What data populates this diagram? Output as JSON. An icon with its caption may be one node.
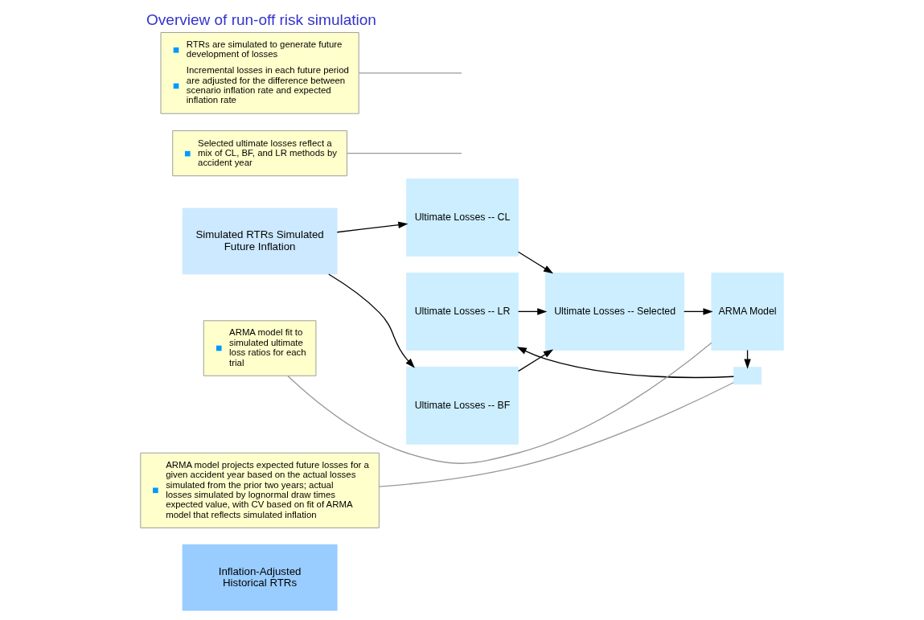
{
  "diagram": {
    "title": "Overview of run-off risk simulation",
    "nodes": [
      {
        "text": [
          "Inflation-Adjusted Historical RTRs"
        ]
      },
      {
        "text": [
          "Simulated RTRs Simulated Future Inflation"
        ]
      },
      {
        "text": [
          "Ultimate Losses -- CL"
        ]
      },
      {
        "text": [
          "Ultimate Losses -- LR"
        ]
      },
      {
        "text": [
          "Ultimate Losses -- BF"
        ]
      },
      {
        "text": [
          "Ultimate Losses -- Selected"
        ]
      },
      {
        "text": [
          "ARMA Model"
        ]
      },
      {
        "text": [],
        "shape": "box"
      },
      {
        "text": [
          "Selected ultimate losses reflect a mix of CL, BF, and LR methods by accident year"
        ]
      },
      {
        "text": [
          "ARMA model fit to simulated ultimate loss ratios for each trial"
        ]
      },
      {
        "text": [
          "RTRs are simulated to generate future development of losses",
          "Incremental losses in each future period are adjusted for the difference between scenario inflation rate and expected inflation rate"
        ]
      },
      {
        "text": [
          "ARMA model projects expected future losses for a given accident year based on the actual losses simulated from the prior two years; actual losses simulated by lognormal draw times expected value, with CV based on fit of ARMA model that reflects simulated inflation"
        ]
      }
    ],
    "edges": [
      {
        "from": 1,
        "to": 2,
        "arrow": "to"
      },
      {
        "from": 1,
        "to": 4,
        "arrow": "to"
      },
      {
        "from": 7,
        "to": 3,
        "arrow": "to"
      },
      {
        "from": 2,
        "to": 5,
        "arrow": "to"
      },
      {
        "from": 3,
        "to": 5,
        "arrow": "to"
      },
      {
        "from": 4,
        "to": 5,
        "arrow": "to"
      },
      {
        "from": 5,
        "to": 6,
        "arrow": "to"
      },
      {
        "from": 6,
        "to": 7,
        "arrow": "to"
      },
      {
        "from": 8,
        "to": null,
        "arrow": "none",
        "color": "#999999"
      },
      {
        "from": 9,
        "to": 6,
        "arrow": "none",
        "color": "#999999"
      },
      {
        "from": 10,
        "to": null,
        "arrow": "none",
        "color": "#999999"
      },
      {
        "from": 11,
        "to": 7,
        "arrow": "none",
        "color": "#999999"
      }
    ]
  }
}
